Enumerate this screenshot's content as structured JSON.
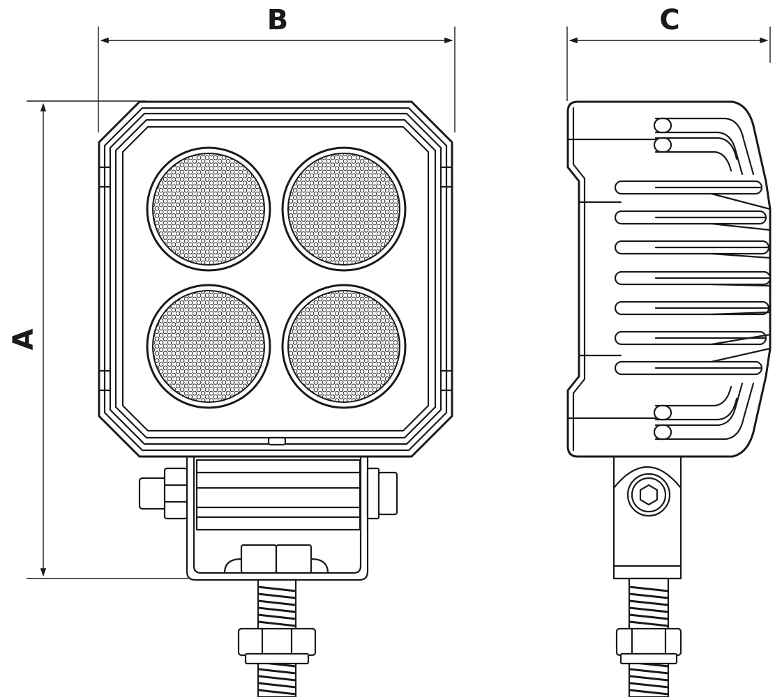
{
  "dimensions": {
    "a_label": "A",
    "b_label": "B",
    "c_label": "C"
  },
  "colors": {
    "line": "#1a1a1a",
    "background": "#ffffff"
  },
  "front_view": {
    "led_count": 4
  },
  "side_view": {
    "fin_count": 7
  }
}
